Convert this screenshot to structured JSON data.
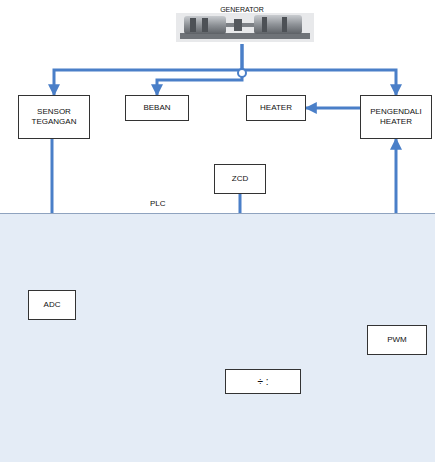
{
  "diagram": {
    "nodes": [
      {
        "text": [
          "GENERATOR"
        ]
      },
      {
        "text": [
          "SENSOR TEGANGAN"
        ]
      },
      {
        "text": [
          "BEBAN"
        ]
      },
      {
        "text": [
          "HEATER"
        ]
      },
      {
        "text": [
          "PENGENDALI HEATER"
        ]
      },
      {
        "text": [
          "ZCD"
        ]
      },
      {
        "text": [
          "PLC"
        ]
      },
      {
        "text": [
          "ADC"
        ],
        "in": 6
      },
      {
        "text": [
          "÷ :"
        ],
        "in": 6
      },
      {
        "text": [
          "PWM"
        ],
        "in": 6
      }
    ],
    "edges": [
      {
        "from": 0,
        "to": 1,
        "arrow": "to"
      },
      {
        "from": 0,
        "to": 2,
        "arrow": "to"
      },
      {
        "from": 0,
        "to": 4,
        "arrow": "to"
      },
      {
        "from": 4,
        "to": 3,
        "arrow": "to"
      },
      {
        "from": 1,
        "to": 7,
        "arrow": "to"
      },
      {
        "from": 7,
        "to": 8,
        "arrow": "to"
      },
      {
        "from": 5,
        "to": 9,
        "arrow": "to"
      },
      {
        "from": 8,
        "to": 9,
        "arrow": "to"
      },
      {
        "from": 9,
        "to": 4,
        "arrow": "to"
      }
    ]
  }
}
